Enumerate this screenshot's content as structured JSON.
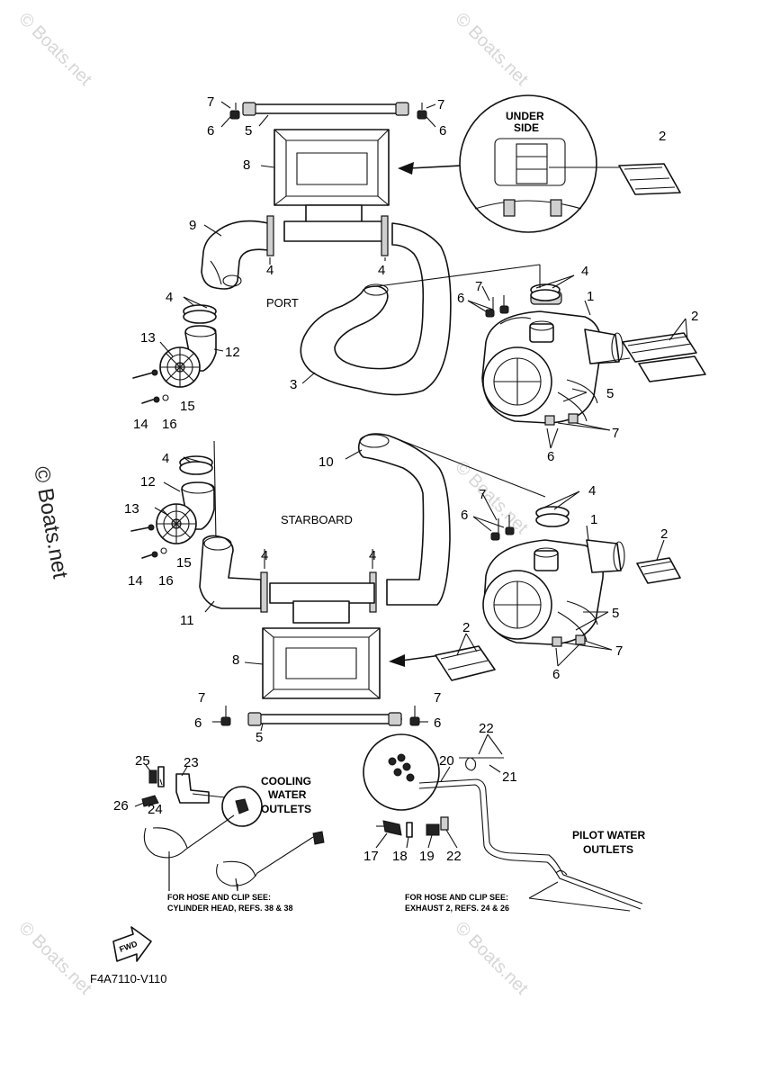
{
  "watermark": {
    "text": "© Boats.net"
  },
  "labels": {
    "under_side": [
      "UNDER",
      "SIDE"
    ],
    "port": "PORT",
    "starboard": "STARBOARD",
    "cooling": [
      "COOLING",
      "WATER",
      "OUTLETS"
    ],
    "pilot": [
      "PILOT WATER",
      "OUTLETS"
    ],
    "note_left": [
      "FOR HOSE AND CLIP SEE:",
      "CYLINDER HEAD, REFS. 38 & 38"
    ],
    "note_right": [
      "FOR HOSE AND CLIP SEE:",
      "EXHAUST 2, REFS.  24 & 26"
    ],
    "fwd": "FWD",
    "drawing_code": "F4A7110-V110"
  },
  "callouts": {
    "c7a": "7",
    "c6a": "6",
    "c5a": "5",
    "c7b": "7",
    "c6b": "6",
    "c8a": "8",
    "c2a": "2",
    "c9": "9",
    "c4a": "4",
    "c4b": "4",
    "c4c": "4",
    "c4d": "4",
    "c1a": "1",
    "c2b": "2",
    "c7c": "7",
    "c6c": "6",
    "c13a": "13",
    "c12a": "12",
    "c3": "3",
    "c5b": "5",
    "c14a": "14",
    "c16a": "16",
    "c15a": "15",
    "c7d": "7",
    "c6d": "6",
    "c4e": "4",
    "c12b": "12",
    "c13b": "13",
    "c10": "10",
    "c7e": "7",
    "c4f": "4",
    "c6e": "6",
    "c1b": "1",
    "c2c": "2",
    "c14b": "14",
    "c16b": "16",
    "c15b": "15",
    "c4g": "4",
    "c4h": "4",
    "c11": "11",
    "c5c": "5",
    "c8b": "8",
    "c2d": "2",
    "c7f": "7",
    "c6f": "6",
    "c7g": "7",
    "c6g": "6",
    "c7h": "7",
    "c6h": "6",
    "c5d": "5",
    "c22a": "22",
    "c25": "25",
    "c23": "23",
    "c20": "20",
    "c21": "21",
    "c26": "26",
    "c24": "24",
    "c17": "17",
    "c18": "18",
    "c19": "19",
    "c22b": "22"
  }
}
